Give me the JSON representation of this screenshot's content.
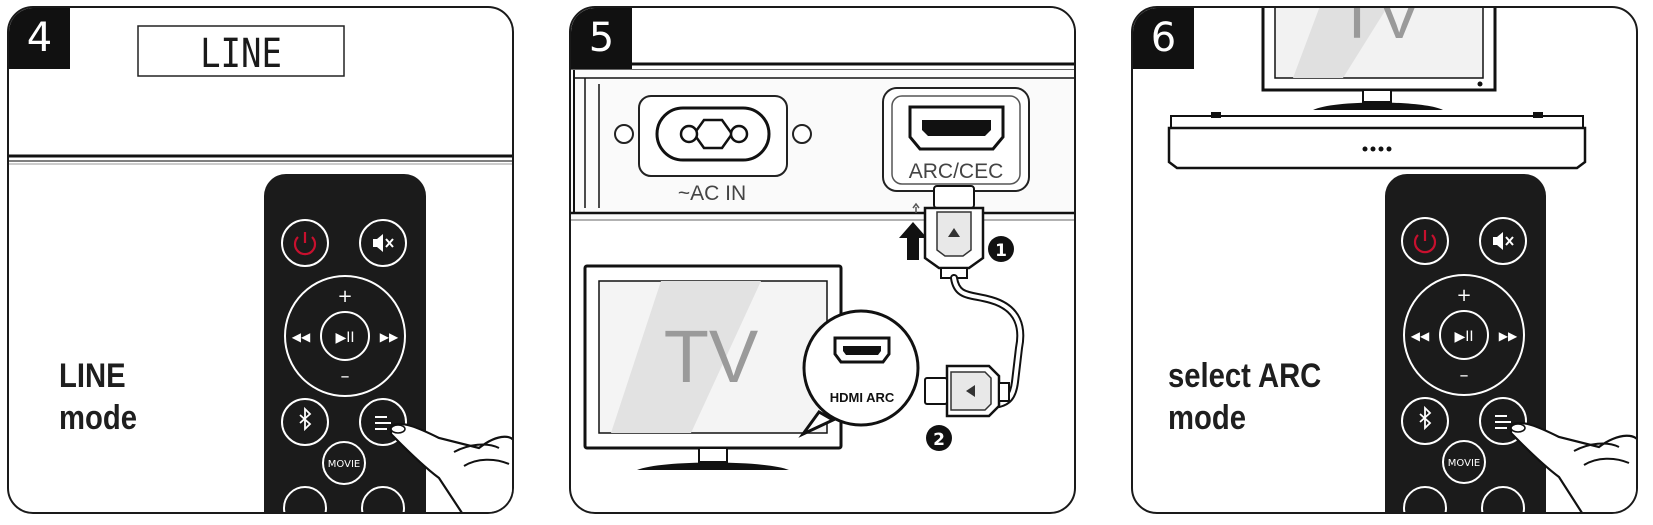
{
  "panels": [
    {
      "step": "4",
      "display_text": "LINE",
      "caption": [
        "LINE",
        "mode"
      ],
      "remote_buttons": {
        "movie": "MOVIE",
        "plus": "+",
        "minus": "–"
      }
    },
    {
      "step": "5",
      "power_label": "~AC IN",
      "hdmi_port_label": "ARC/CEC",
      "tv_text": "TV",
      "callout_label": "HDMI ARC",
      "markers": [
        "1",
        "2"
      ]
    },
    {
      "step": "6",
      "tv_text": "TV",
      "caption": [
        "select ARC",
        "mode"
      ],
      "remote_buttons": {
        "movie": "MOVIE",
        "plus": "+",
        "minus": "–"
      }
    }
  ],
  "colors": {
    "power_red": "#c8102e",
    "ink": "#1a1a1a",
    "remote_body": "#1b1b1b"
  }
}
